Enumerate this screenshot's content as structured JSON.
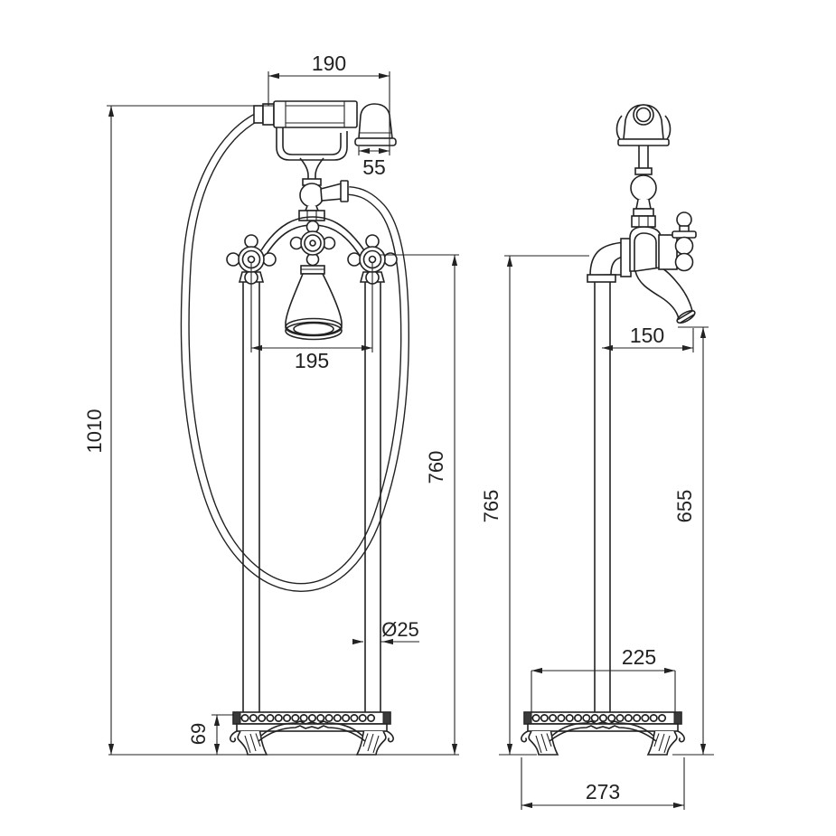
{
  "drawing": {
    "description": "Freestanding bath shower mixer tap, two-view dimensioned technical drawing",
    "line_color": "#222222",
    "background_color": "#ffffff",
    "front_view": {
      "dims": {
        "handset_overall_width": "190",
        "handset_head": "55",
        "handle_centres": "195",
        "overall_height": "1010",
        "valve_centre_height": "760",
        "riser_diameter": "Ø25",
        "base_height": "69"
      }
    },
    "side_view": {
      "dims": {
        "spout_reach": "150",
        "inlet_centre_height": "765",
        "spout_outlet_height": "655",
        "base_top_width": "225",
        "base_overall_width": "273"
      }
    }
  }
}
